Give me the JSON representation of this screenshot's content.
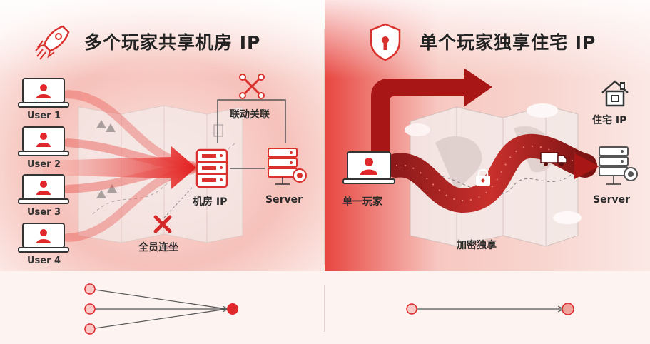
{
  "left_panel": {
    "title": "多个玩家共享机房 IP",
    "users": [
      "User 1",
      "User 2",
      "User 3",
      "User 4"
    ],
    "datacenter_label": "机房 IP",
    "server_label": "Server",
    "link_label": "联动关联",
    "penalty_label": "全员连坐",
    "icons": [
      "rocket-icon",
      "laptop-user-icon",
      "server-rack-icon",
      "server-target-icon",
      "network-link-icon",
      "cross-icon"
    ]
  },
  "right_panel": {
    "title": "单个玩家独享住宅 IP",
    "player_label": "单一玩家",
    "residential_label": "住宅 IP",
    "server_label": "Server",
    "tunnel_label": "加密独享",
    "icons": [
      "shield-lock-icon",
      "laptop-user-icon",
      "house-icon",
      "server-target-icon",
      "padlock-icon",
      "truck-icon"
    ]
  },
  "bottom_diagram": {
    "left": {
      "sources": 3,
      "targets": 1
    },
    "right": {
      "sources": 1,
      "targets": 1
    }
  },
  "colors": {
    "accent": "#e0282c",
    "accent_dark": "#b5151b",
    "background": "#fdf3f1",
    "text": "#222222"
  }
}
